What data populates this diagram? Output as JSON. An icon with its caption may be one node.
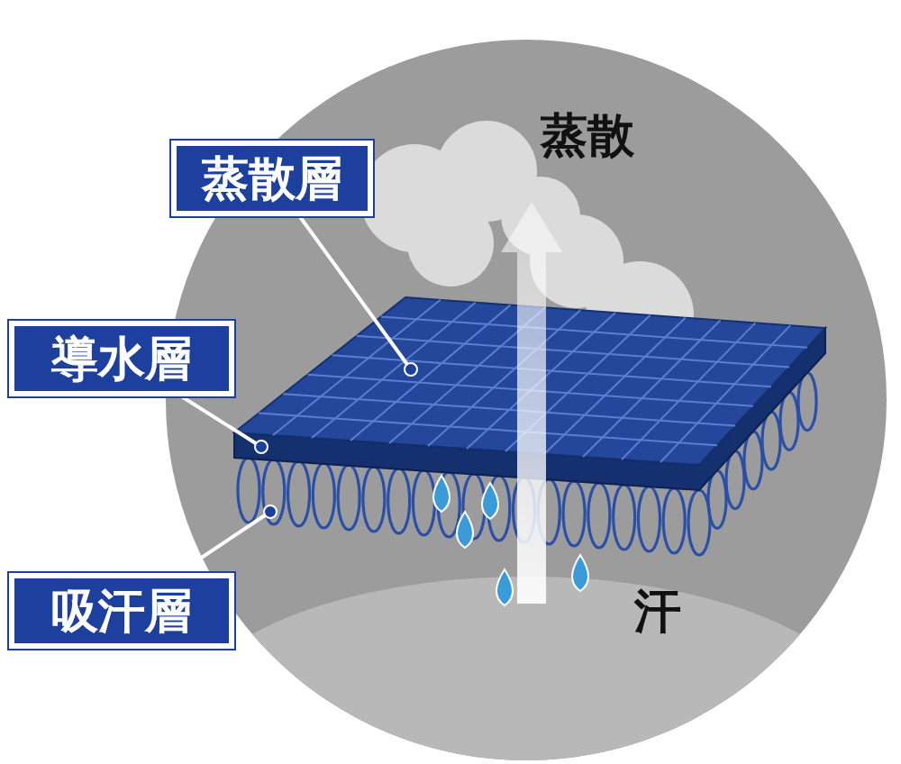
{
  "diagram": {
    "nodes": [
      {
        "text": [
          "蒸散層"
        ]
      },
      {
        "text": [],
        "shape": "picture"
      },
      {
        "text": [
          "導水層"
        ]
      },
      {
        "text": [],
        "shape": "picture"
      },
      {
        "text": [
          "吸汗層"
        ]
      },
      {
        "text": [],
        "shape": "picture"
      }
    ],
    "edges": [
      {
        "from": 0,
        "to": 1,
        "arrow": "other"
      },
      {
        "from": 2,
        "to": 3,
        "arrow": "other"
      },
      {
        "from": 4,
        "to": 5,
        "arrow": "other"
      }
    ],
    "labels": [
      "蒸散",
      "汗"
    ]
  }
}
